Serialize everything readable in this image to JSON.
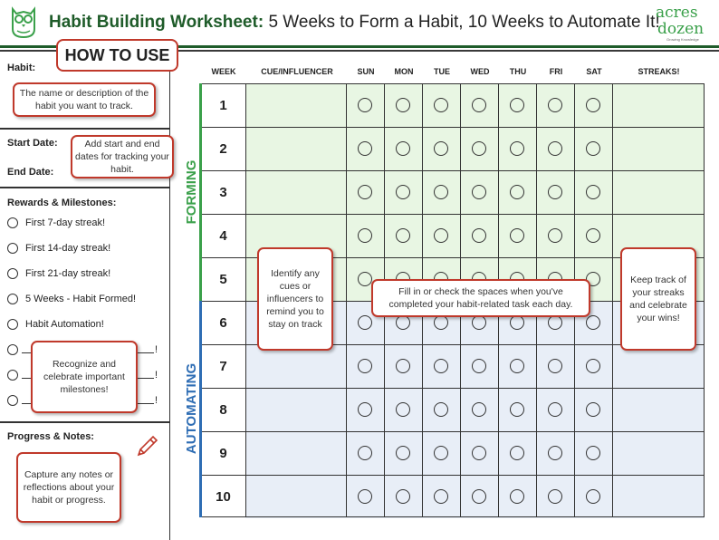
{
  "header": {
    "title_bold": "Habit Building Worksheet:",
    "title_rest": "5 Weeks to Form a Habit, 10 Weeks to Automate It!",
    "logo_line1": "acres",
    "logo_line2": "dozen",
    "logo_tagline": "Growing Knowledge"
  },
  "left": {
    "how_to_use": "HOW TO USE",
    "habit_label": "Habit:",
    "habit_tip": "The name or description of the habit you want to track.",
    "start_label": "Start Date:",
    "end_label": "End Date:",
    "dates_tip": "Add start and end dates for tracking your habit.",
    "rewards_label": "Rewards & Milestones:",
    "rewards": [
      "First 7-day streak!",
      "First 14-day streak!",
      "First 21-day streak!",
      "5 Weeks - Habit Formed!",
      "Habit Automation!"
    ],
    "blank_end": "!",
    "milestones_tip": "Recognize and celebrate important milestones!",
    "progress_label": "Progress & Notes:",
    "progress_tip": "Capture any notes or reflections about your habit or progress."
  },
  "grid": {
    "columns": [
      "WEEK",
      "CUE/INFLUENCER",
      "SUN",
      "MON",
      "TUE",
      "WED",
      "THU",
      "FRI",
      "SAT",
      "STREAKS!"
    ],
    "weeks": [
      "1",
      "2",
      "3",
      "4",
      "5",
      "6",
      "7",
      "8",
      "9",
      "10"
    ],
    "forming_label": "FORMING",
    "automating_label": "AUTOMATING",
    "cue_tip": "Identify any cues or influencers to remind you to stay on track",
    "fill_tip": "Fill in or check the spaces when you've completed your habit-related task each day.",
    "streak_tip": "Keep track of your streaks and celebrate your wins!"
  },
  "colors": {
    "forming": "#3aa04a",
    "automating": "#2e6db4",
    "accent_red": "#c0392b",
    "title_green": "#1f5c2a"
  }
}
